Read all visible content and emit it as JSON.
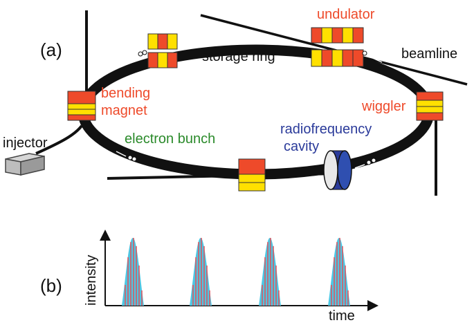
{
  "panel_a": {
    "tag": "(a)",
    "labels": {
      "undulator": "undulator",
      "storage_ring": "storage ring",
      "beamline": "beamline",
      "bending_magnet_1": "bending",
      "bending_magnet_2": "magnet",
      "wiggler": "wiggler",
      "injector": "injector",
      "electron_bunch": "electron bunch",
      "rf_cavity_1": "radiofrequency",
      "rf_cavity_2": "cavity"
    }
  },
  "panel_b": {
    "tag": "(b)",
    "ylabel": "intensity",
    "xlabel": "time"
  },
  "colors": {
    "magnet_red": "#ee4a2a",
    "magnet_yellow": "#ffe000",
    "label_red": "#ee4a2a",
    "label_green": "#2a8a2a",
    "label_blue": "#2a3a9a",
    "pulse_cyan": "#4fc6e2",
    "pulse_line": "#e0505a",
    "ring": "#111111"
  }
}
